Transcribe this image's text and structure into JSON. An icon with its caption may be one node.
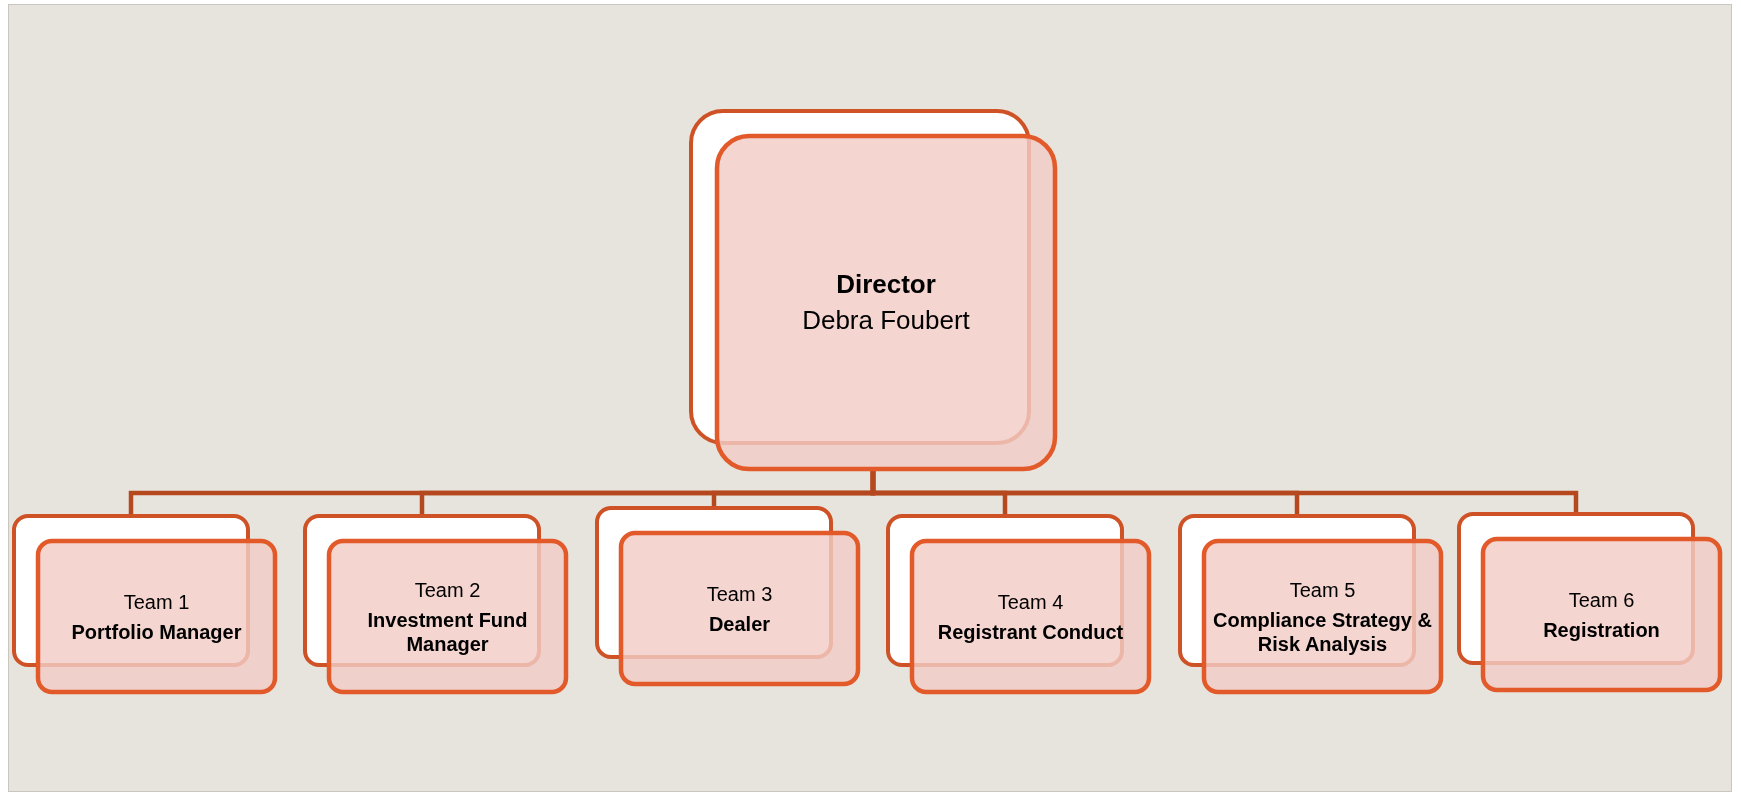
{
  "diagram": {
    "nodes": [
      {
        "text": [
          "Director",
          "Debra Foubert"
        ]
      },
      {
        "text": [
          "Team 1",
          "Portfolio Manager"
        ]
      },
      {
        "text": [
          "Team 2",
          "Investment Fund Manager"
        ]
      },
      {
        "text": [
          "Team 3",
          "Dealer"
        ]
      },
      {
        "text": [
          "Team 4",
          "Registrant Conduct"
        ]
      },
      {
        "text": [
          "Team 5",
          "Compliance Strategy & Risk Analysis"
        ]
      },
      {
        "text": [
          "Team 6",
          "Registration"
        ]
      }
    ],
    "edges": [
      {
        "from": 0,
        "to": 1,
        "arrow": "none"
      },
      {
        "from": 0,
        "to": 2,
        "arrow": "none"
      },
      {
        "from": 0,
        "to": 3,
        "arrow": "none"
      },
      {
        "from": 0,
        "to": 4,
        "arrow": "none"
      },
      {
        "from": 0,
        "to": 5,
        "arrow": "none"
      },
      {
        "from": 0,
        "to": 6,
        "arrow": "none"
      }
    ]
  }
}
